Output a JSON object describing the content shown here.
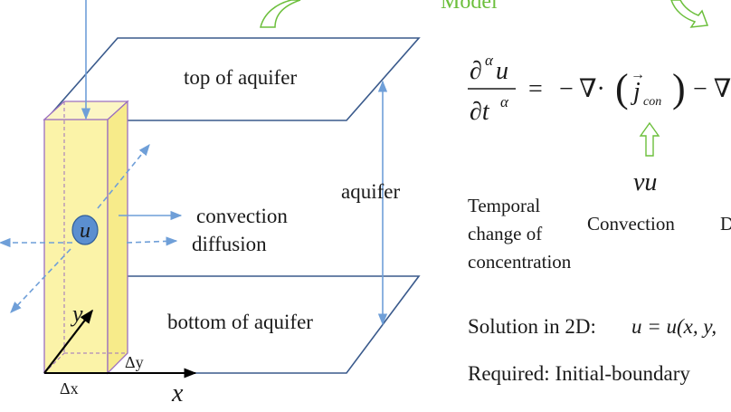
{
  "labels": {
    "model": "Model",
    "top_of_aquifer": "top of aquifer",
    "aquifer": "aquifer",
    "convection": "convection",
    "diffusion": "diffusion",
    "bottom_of_aquifer": "bottom of aquifer",
    "u": "u",
    "y": "y",
    "x": "x",
    "delta_x": "Δx",
    "delta_y": "Δy"
  },
  "equation": {
    "numerator_partial": "∂",
    "alpha": "α",
    "u": "u",
    "denominator_partial": "∂t",
    "equals": "=",
    "minus": "−",
    "nabla_dot": "∇·",
    "j": "j",
    "con": "con",
    "trailing": "− ∇",
    "vu": "vu"
  },
  "terms": {
    "temporal_line1": "Temporal",
    "temporal_line2": "change of",
    "temporal_line3": "concentration",
    "convection": "Convection",
    "cut_letter": "D"
  },
  "notes": {
    "solution_prefix": "Solution in 2D:",
    "solution_eq": "u = u(x, y,",
    "required": "Required: Initial-boundary"
  },
  "colors": {
    "plane": "#3a5a8c",
    "arrow": "#6f9fd8",
    "column_fill": "#fbf3a8",
    "column_edge": "#9b6fc0",
    "node_fill": "#5b8fd0",
    "green": "#6cbf3c",
    "text": "#1a1a1a"
  }
}
